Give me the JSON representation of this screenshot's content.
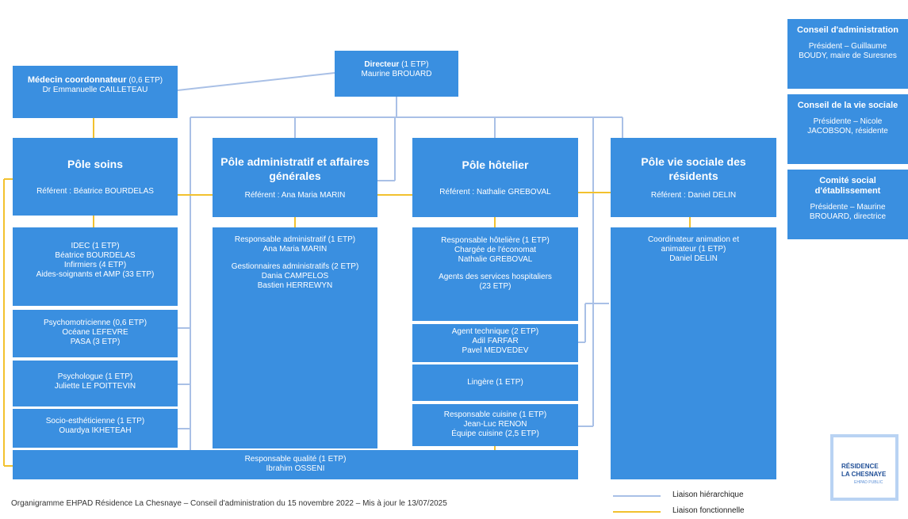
{
  "colors": {
    "box": "#3a8fe0",
    "hierarchical": "#a9c0e6",
    "functional": "#f2c12e"
  },
  "directeur": {
    "title": "Directeur",
    "etp": "(1 ETP)",
    "name": "Maurine BROUARD"
  },
  "medecin": {
    "title": "Médecin coordonnateur",
    "etp": "(0,6 ETP)",
    "name": "Dr Emmanuelle CAILLETEAU"
  },
  "poles": [
    {
      "title": "Pôle soins",
      "referent": "Référent : Béatrice BOURDELAS"
    },
    {
      "title": "Pôle administratif et affaires générales",
      "referent": "Référent : Ana Maria MARIN"
    },
    {
      "title": "Pôle hôtelier",
      "referent": "Référent : Nathalie GREBOVAL"
    },
    {
      "title": "Pôle vie sociale des résidents",
      "referent": "Référent : Daniel DELIN"
    }
  ],
  "soins": [
    {
      "lines": [
        "IDEC (1 ETP)",
        "Béatrice BOURDELAS",
        "Infirmiers (4 ETP)",
        "Aides-soignants et AMP (33 ETP)"
      ]
    },
    {
      "lines": [
        "Psychomotricienne (0,6 ETP)",
        "Océane LEFEVRE",
        "PASA (3 ETP)"
      ]
    },
    {
      "lines": [
        "Psychologue (1 ETP)",
        "Juliette LE POITTEVIN"
      ]
    },
    {
      "lines": [
        "Socio-esthéticienne (1 ETP)",
        "Ouardya IKHETEAH"
      ]
    }
  ],
  "admin": {
    "block1": [
      "Responsable administratif (1 ETP)",
      "Ana Maria MARIN"
    ],
    "block2": [
      "Gestionnaires administratifs (2 ETP)",
      "Dania CAMPELOS",
      "Bastien HERREWYN"
    ]
  },
  "hotelier": [
    {
      "lines": [
        "Responsable hôtelière (1 ETP)",
        "Chargée de l'économat",
        "Nathalie GREBOVAL"
      ],
      "lines2": [
        "Agents des services hospitaliers",
        "(23 ETP)"
      ]
    },
    {
      "lines": [
        "Agent technique (2 ETP)",
        "Adil FARFAR",
        "Pavel MEDVEDEV"
      ]
    },
    {
      "lines": [
        "Lingère (1 ETP)"
      ]
    },
    {
      "lines": [
        "Responsable cuisine (1 ETP)",
        "Jean-Luc RENON",
        "Équipe cuisine (2,5 ETP)"
      ]
    }
  ],
  "vie_sociale": [
    "Coordinateur animation et animateur (1 ETP)",
    "Daniel DELIN"
  ],
  "qualite": [
    "Responsable qualité (1 ETP)",
    "Ibrahim OSSENI"
  ],
  "right_panels": [
    {
      "title": "Conseil d'administration",
      "body": "Président – Guillaume BOUDY, maire de Suresnes"
    },
    {
      "title": "Conseil de la vie sociale",
      "body": "Présidente – Nicole JACOBSON, résidente"
    },
    {
      "title": "Comité social d'établissement",
      "body": "Présidente – Maurine BROUARD, directrice"
    }
  ],
  "footer": "Organigramme EHPAD Résidence La Chesnaye – Conseil d'administration du 15 novembre 2022 – Mis à jour le 13/07/2025",
  "legend": {
    "hierarchical": "Liaison hiérarchique",
    "functional": "Liaison fonctionnelle"
  },
  "logo": {
    "line1": "RÉSIDENCE",
    "line2": "LA CHESNAYE",
    "line3": "EHPAD PUBLIC"
  }
}
